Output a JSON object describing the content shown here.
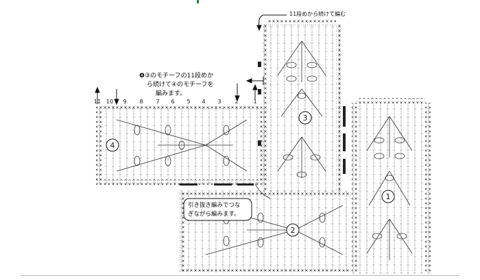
{
  "annotations": {
    "top_note": "11段めから続けて編む",
    "motif4_note_line1": "❹③のモチーフの11段めか",
    "motif4_note_line2": "ら続けて④のモチーフを",
    "motif4_note_line3": "編みます。",
    "slip_note_line1": "引き抜き編みでつな",
    "slip_note_line2": "ぎながら編みます。"
  },
  "motif_labels": {
    "m1": "1",
    "m2": "2",
    "m3": "3",
    "m4": "4"
  },
  "row_numbers": [
    "11",
    "10",
    "9",
    "8",
    "7",
    "6",
    "5",
    "4",
    "3",
    "2",
    "1"
  ],
  "colors": {
    "ink": "#111111",
    "accent": "#1a8a3a"
  }
}
